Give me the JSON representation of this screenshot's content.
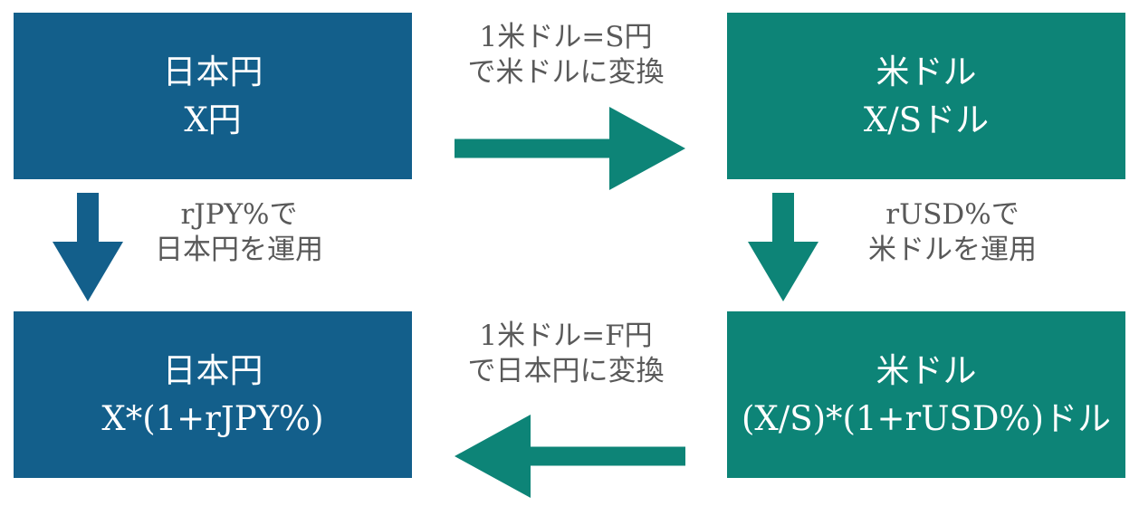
{
  "boxes": {
    "jpy_start": {
      "currency": "日本円",
      "amount": "X円"
    },
    "usd_start": {
      "currency": "米ドル",
      "amount": "X/Sドル"
    },
    "jpy_end": {
      "currency": "日本円",
      "amount": "X*(1+rJPY%)"
    },
    "usd_end": {
      "currency": "米ドル",
      "amount": "(X/S)*(1+rUSD%)ドル"
    }
  },
  "captions": {
    "convert_to_usd": {
      "line1": "1米ドル=S円",
      "line2": "で米ドルに変換"
    },
    "invest_jpy": {
      "line1": "rJPY%で",
      "line2": "日本円を運用"
    },
    "invest_usd": {
      "line1": "rUSD%で",
      "line2": "米ドルを運用"
    },
    "convert_to_jpy": {
      "line1": "1米ドル=F円",
      "line2": "で日本円に変換"
    }
  },
  "icons": {
    "convert_to_usd": "arrow-right-icon",
    "invest_jpy": "arrow-down-icon",
    "invest_usd": "arrow-down-icon",
    "convert_to_jpy": "arrow-left-icon"
  },
  "colors": {
    "jpy_box": "#135F8B",
    "usd_box": "#0D8477",
    "jpy_arrow": "#135F8B",
    "usd_arrow": "#0D8477",
    "box_text": "#FFFFFF",
    "caption_text": "#595959",
    "background": "#FFFFFF"
  }
}
